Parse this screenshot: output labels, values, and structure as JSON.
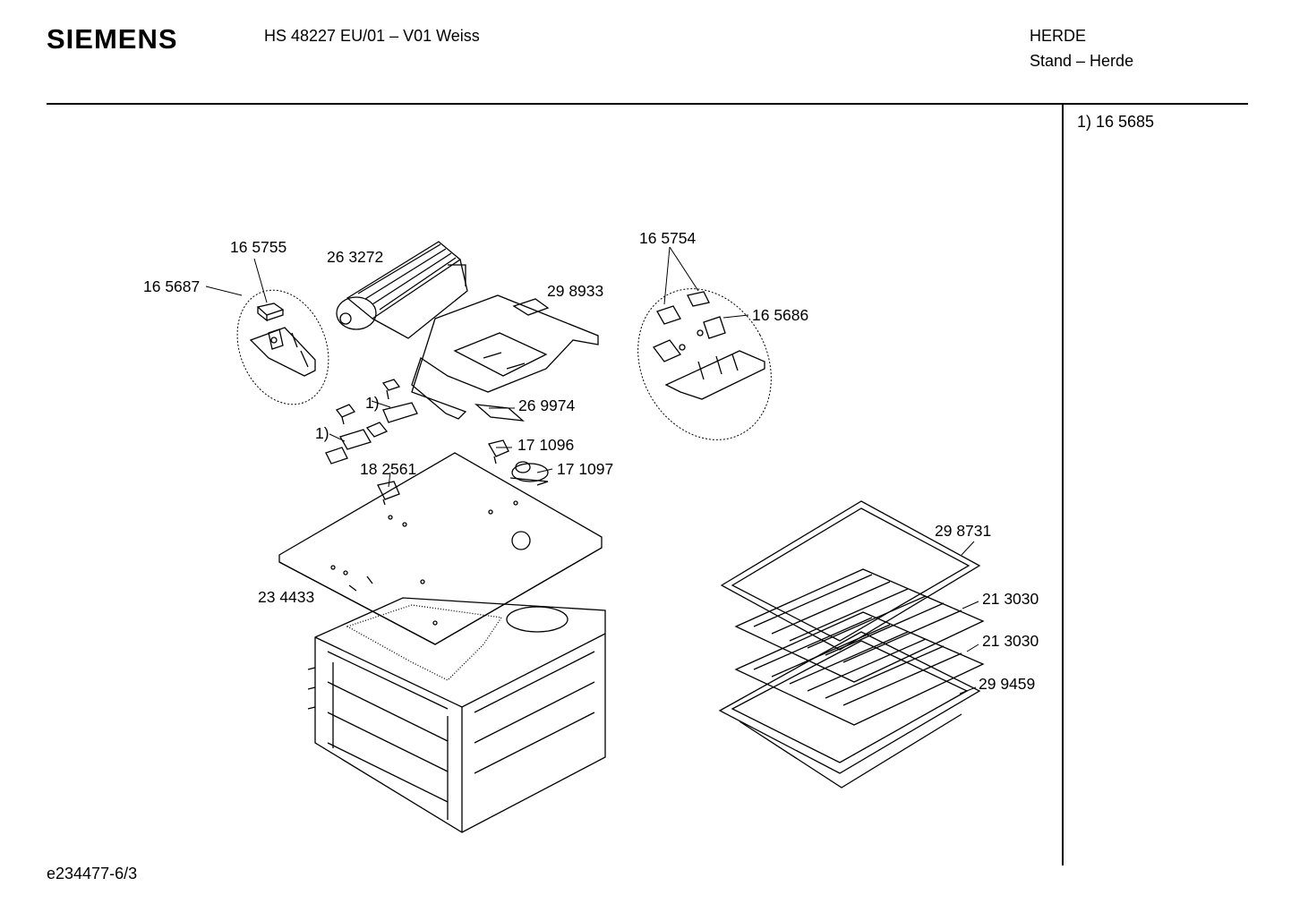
{
  "header": {
    "brand": "SIEMENS",
    "model": "HS 48227 EU/01 – V01 Weiss",
    "category": "HERDE",
    "subcategory": "Stand – Herde"
  },
  "footnotes": [
    "1) 16 5685"
  ],
  "document_id": "e234477-6/3",
  "part_labels": {
    "p165755": "16 5755",
    "p263272": "26 3272",
    "p165687": "16 5687",
    "p298933": "29 8933",
    "p165754": "16 5754",
    "p165686": "16 5686",
    "p269974": "26 9974",
    "note1a": "1)",
    "note1b": "1)",
    "p171096": "17 1096",
    "p182561": "18 2561",
    "p171097": "17 1097",
    "p234433": "23 4433",
    "p298731": "29 8731",
    "p213030a": "21 3030",
    "p213030b": "21 3030",
    "p299459": "29 9459"
  }
}
